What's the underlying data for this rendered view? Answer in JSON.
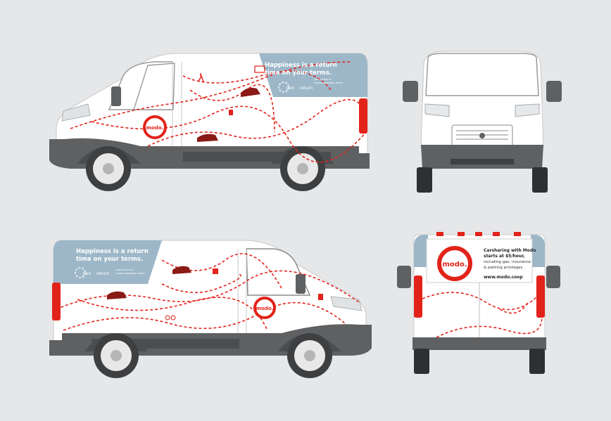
{
  "colors": {
    "background": "#e6e7e9",
    "panel_blue": "#9db7c8",
    "brand_red": "#e2231a",
    "body_white": "#ffffff",
    "bumper_grey": "#5f6062"
  },
  "side_left": {
    "tagline_1": "Happiness is a return",
    "tagline_2": "time on your terms.",
    "open_label": "pen",
    "return_label": "return",
    "fine_print_1": "Learn more at",
    "fine_print_2": "modo.coop/open-return",
    "badge": "modo."
  },
  "side_right": {
    "tagline_1": "Happiness is a return",
    "tagline_2": "time on your terms.",
    "open_label": "pen",
    "return_label": "return",
    "fine_print_1": "Learn more at",
    "fine_print_2": "modo.coop/open-return",
    "badge": "modo."
  },
  "rear": {
    "logo": "modo.",
    "headline_1": "Carsharing with Modo",
    "headline_2": "starts at $5/hour,",
    "detail_1": "including gas, insurance",
    "detail_2": "& parking privileges",
    "url": "www.modo.coop"
  },
  "icons": [
    "modo-badge-icon",
    "car-icon",
    "hiker-icon",
    "cyclist-icon",
    "coffee-cup-icon",
    "bag-icon",
    "sign-icon"
  ]
}
